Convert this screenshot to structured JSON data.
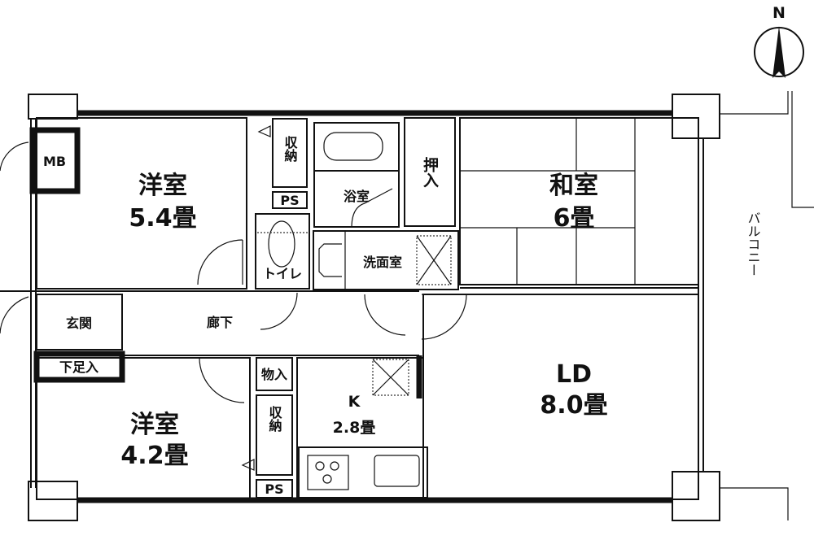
{
  "compass": {
    "label": "N"
  },
  "rooms": {
    "western1": {
      "name": "洋室",
      "size": "5.4畳"
    },
    "western2": {
      "name": "洋室",
      "size": "4.2畳"
    },
    "japanese": {
      "name": "和室",
      "size": "6畳"
    },
    "ld": {
      "name": "LD",
      "size": "8.0畳"
    },
    "kitchen": {
      "name": "K",
      "size": "2.8畳"
    },
    "bath": "浴室",
    "washroom": "洗面室",
    "toilet": "トイレ",
    "entrance": "玄関",
    "shoe": "下足入",
    "hallway": "廊下",
    "closet_top": "収納",
    "closet_bottom": "収納",
    "ps_top": "PS",
    "ps_bottom": "PS",
    "oshiire": "押入",
    "storage": "物入",
    "mb": "MB",
    "balcony": "バルコニー"
  }
}
